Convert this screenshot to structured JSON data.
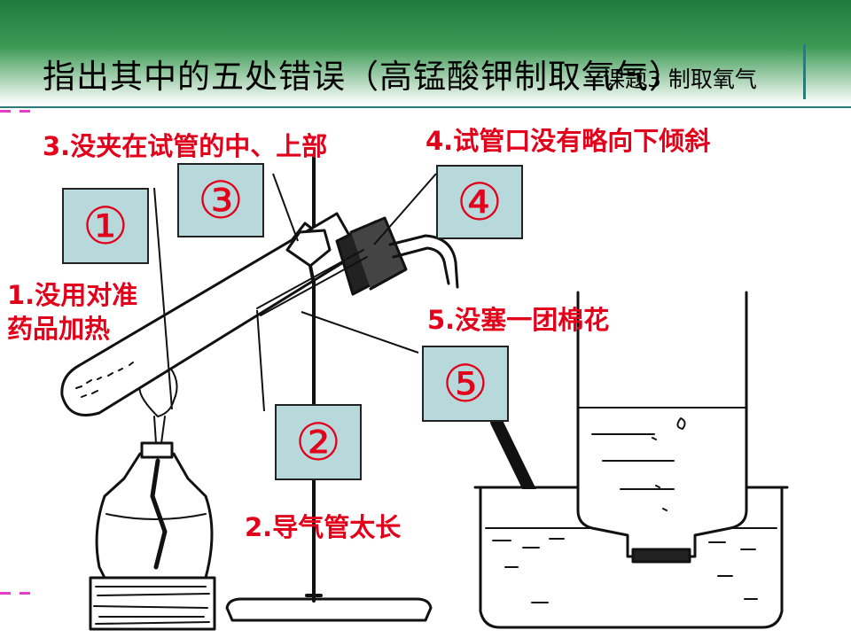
{
  "slide": {
    "title": "指出其中的五处错误（高锰酸钾制取氧气）",
    "subtitle": "课题3 制取氧气"
  },
  "markers": [
    "①",
    "②",
    "③",
    "④",
    "⑤"
  ],
  "errors": [
    {
      "id": 1,
      "line1": "1.没用对准",
      "line2": "药品加热"
    },
    {
      "id": 2,
      "text": "2.导气管太长"
    },
    {
      "id": 3,
      "text": "3.没夹在试管的中、上部"
    },
    {
      "id": 4,
      "text": "4.试管口没有略向下倾斜"
    },
    {
      "id": 5,
      "text": "5.没塞一团棉花"
    }
  ],
  "colors": {
    "label": "#e2001a",
    "marker_box": "#b8d9dc",
    "header": "#1f7a3e",
    "accent_line": "#2a7a78",
    "dash": "#e23ec8"
  }
}
